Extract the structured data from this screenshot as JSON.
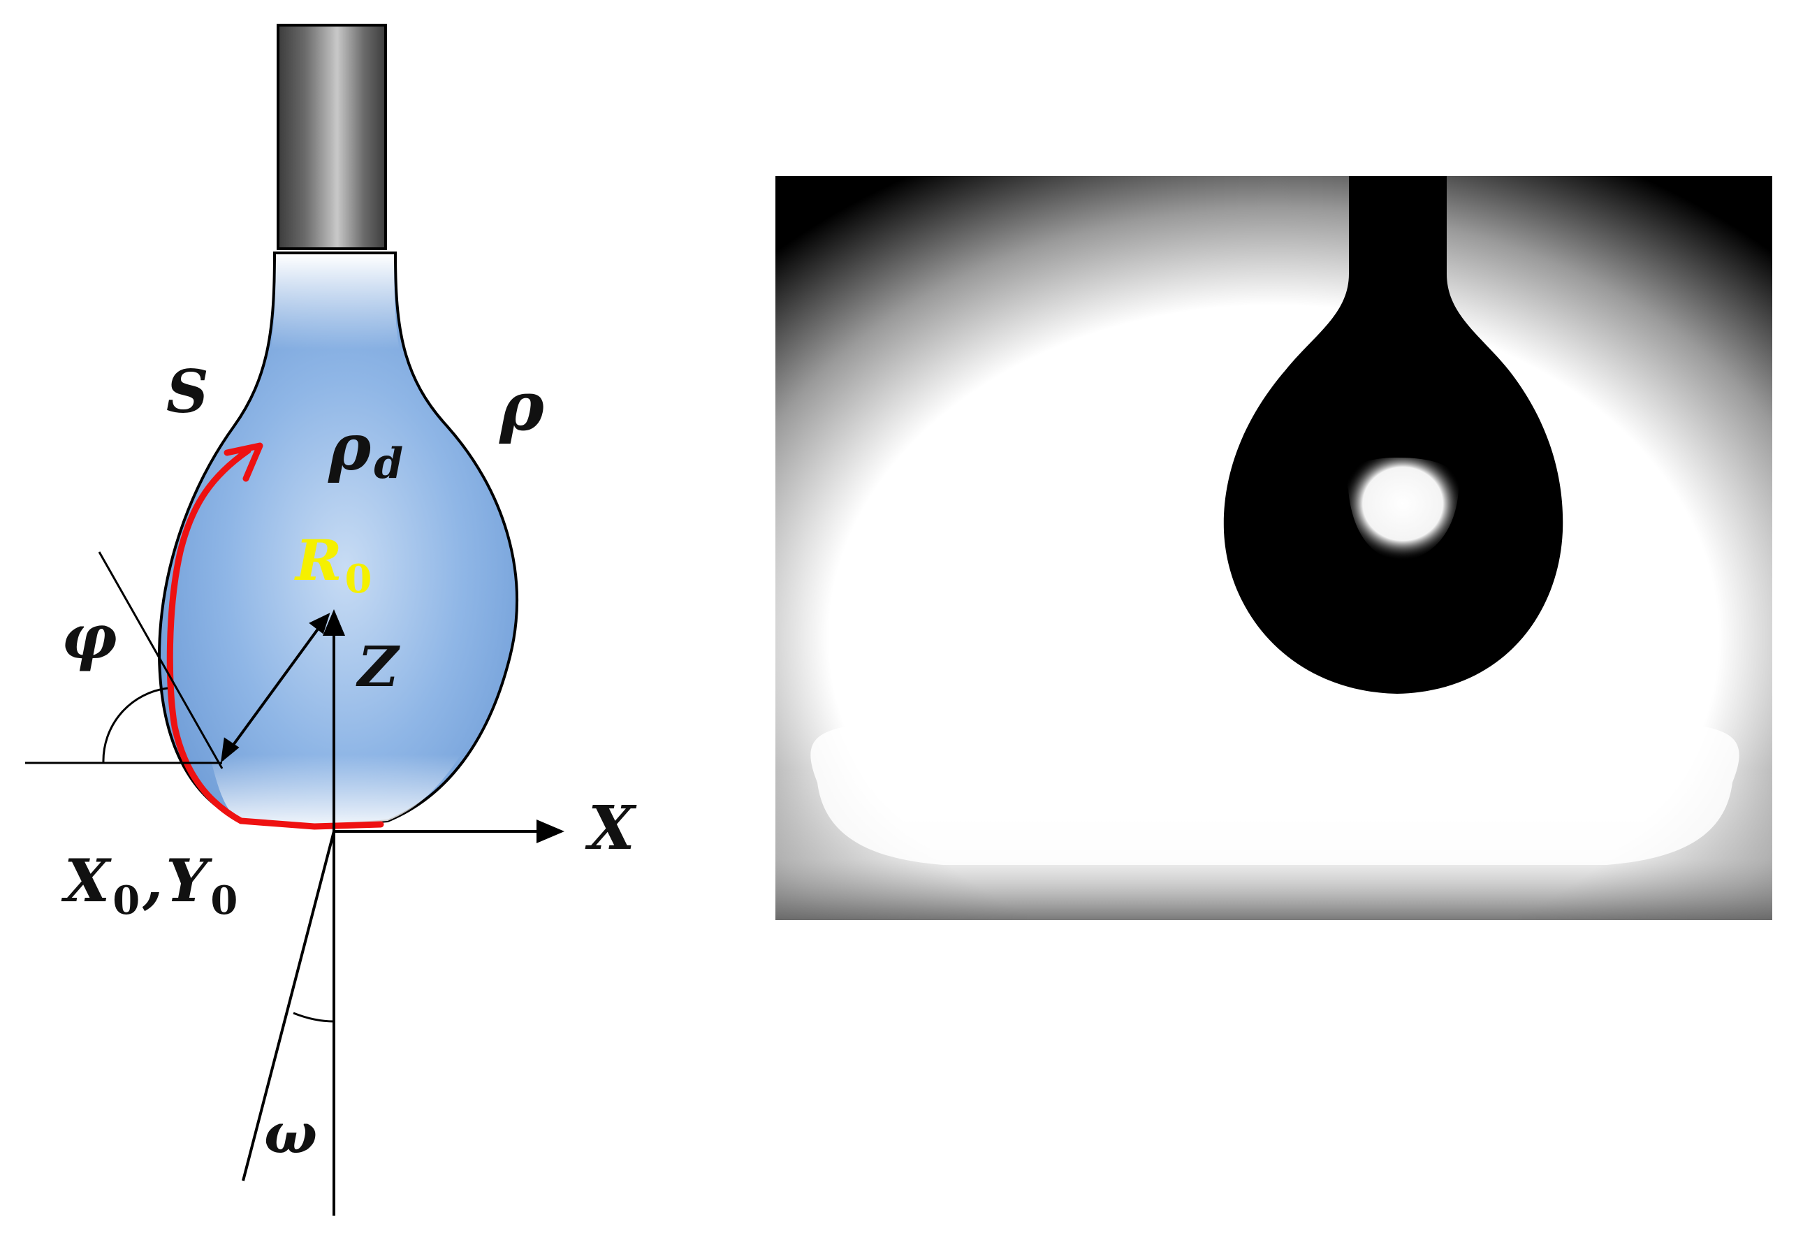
{
  "schematic": {
    "labels": {
      "s": "S",
      "rho": "ρ",
      "rho_d_main": "ρ",
      "rho_d_sub": "d",
      "r0_main": "R",
      "r0_sub": "0",
      "z": "Z",
      "x": "X",
      "phi": "φ",
      "omega": "ω",
      "x0_main": "X",
      "x0_sub": "0",
      "comma": ",",
      "y0_main": "Y",
      "y0_sub": "0"
    },
    "colors": {
      "drop_center": "#b7d2f0",
      "drop_edge": "#6f9fd8",
      "path_arc": "#ee1111",
      "r0_label": "#f5f000",
      "needle": "#5a5a5a",
      "outline": "#000000"
    }
  },
  "photo": {
    "colors": {
      "background": "#ffffff",
      "vignette": "#000000",
      "drop": "#000000",
      "highlight": "#ffffff"
    }
  }
}
